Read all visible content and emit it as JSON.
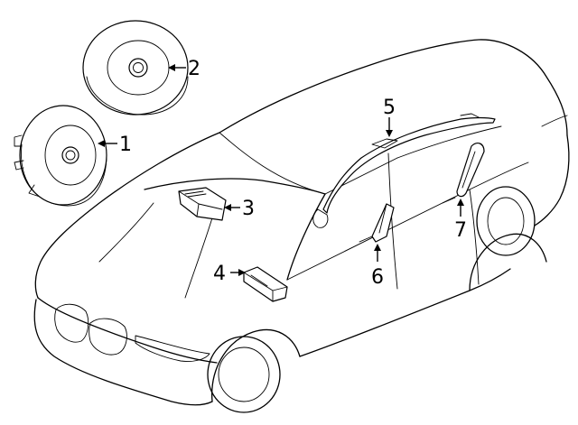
{
  "callouts": [
    {
      "id": 1,
      "label": "1"
    },
    {
      "id": 2,
      "label": "2"
    },
    {
      "id": 3,
      "label": "3"
    },
    {
      "id": 4,
      "label": "4"
    },
    {
      "id": 5,
      "label": "5"
    },
    {
      "id": 6,
      "label": "6"
    },
    {
      "id": 7,
      "label": "7"
    }
  ]
}
